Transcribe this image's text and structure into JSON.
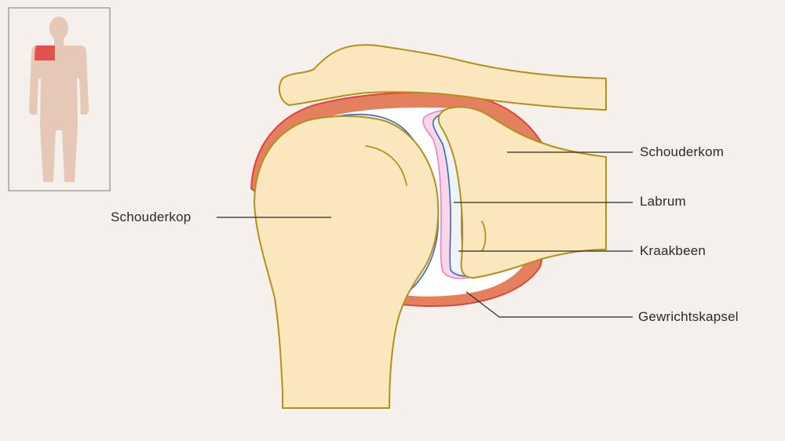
{
  "labels": {
    "humeral_head": "Schouderkop",
    "glenoid": "Schouderkom",
    "labrum": "Labrum",
    "cartilage": "Kraakbeen",
    "capsule": "Gewrichtskapsel"
  },
  "colors": {
    "background": "#f6f0ec",
    "bone_fill": "#fbe7bd",
    "bone_outline": "#b3901c",
    "capsule": "#e5805e",
    "capsule_outline": "#d9473a",
    "cartilage": "#eef3f8",
    "cartilage_outline": "#3c68b4",
    "labrum": "#fad6ea",
    "labrum_outline": "#ec7fca",
    "body_silhouette": "#e5c8b6",
    "highlight_shoulder": "#e05250",
    "leader_line": "#2b2b2b"
  },
  "locator": {
    "highlighted_region": "right-shoulder"
  }
}
